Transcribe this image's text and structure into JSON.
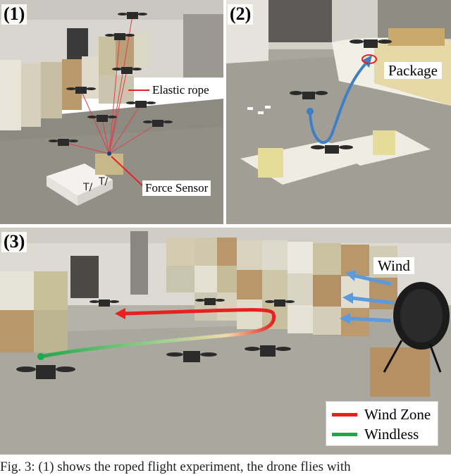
{
  "figure": {
    "caption": "Fig. 3: (1) shows the roped flight experiment, the drone flies with"
  },
  "panels": [
    {
      "label": "(1)",
      "annotations": {
        "elastic_rope": "Elastic rope",
        "force_sensor": "Force Sensor"
      }
    },
    {
      "label": "(2)",
      "annotations": {
        "package": "Package"
      }
    },
    {
      "label": "(3)",
      "annotations": {
        "wind": "Wind"
      }
    }
  ],
  "legend": {
    "items": [
      {
        "label": "Wind Zone",
        "color": "#e8201f"
      },
      {
        "label": "Windless",
        "color": "#1fa84a"
      }
    ]
  },
  "colors": {
    "rope": "#d9424a",
    "trajectory_blue": "#3f7fc6",
    "wind_arrow": "#5b9bdd",
    "annotation_line": "#e8201f"
  }
}
